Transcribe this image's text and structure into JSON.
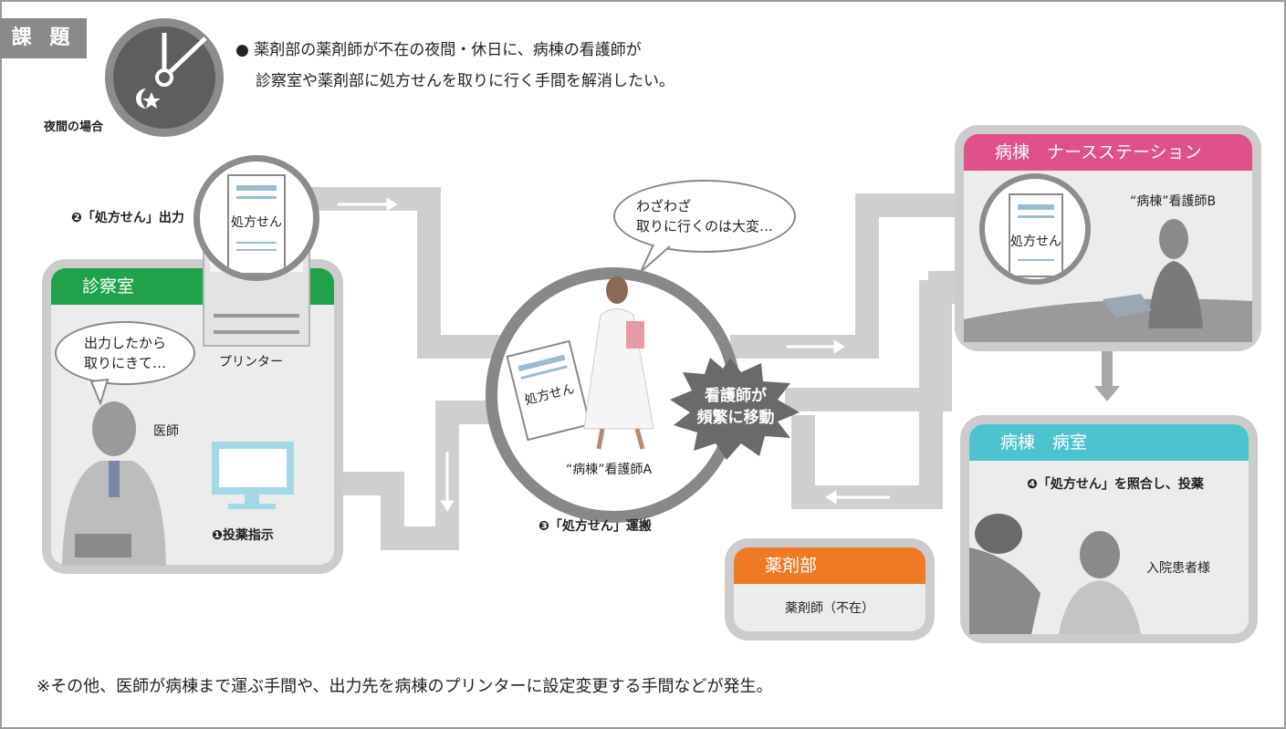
{
  "header": {
    "tag": "課 題",
    "headline_line1": "● 薬剤部の薬剤師が不在の夜間・休日に、病棟の看護師が",
    "headline_line2": "診察室や薬剤部に処方せんを取りに行く手間を解消したい。",
    "night_label": "夜間の場合"
  },
  "step2": "❷「処方せん」出力",
  "doc_label": "処方せん",
  "exam_room": {
    "title": "診察室",
    "bubble_line1": "出力したから",
    "bubble_line2": "取りにきて…",
    "doctor": "医師",
    "printer": "プリンター",
    "step1": "❶投薬指示"
  },
  "nurse": {
    "bubble_line1": "わざわざ",
    "bubble_line2": "取りに行くのは大変…",
    "label": "“病棟”看護師A",
    "burst_line1": "看護師が",
    "burst_line2": "頻繁に移動",
    "step3": "❸「処方せん」運搬"
  },
  "pharmacy": {
    "title": "薬剤部",
    "label": "薬剤師（不在）"
  },
  "nurse_station": {
    "title": "病棟　ナースステーション",
    "label": "“病棟”看護師B"
  },
  "ward_room": {
    "title": "病棟　病室",
    "step4": "❹「処方せん」を照合し、投薬",
    "patient": "入院患者様"
  },
  "footnote": "※その他、医師が病棟まで運ぶ手間や、出力先を病棟のプリンターに設定変更する手間などが発生。",
  "colors": {
    "exam_green": "#1fa24a",
    "ward_pink": "#e0508a",
    "room_cyan": "#4cc3cf",
    "pharmacy_orange": "#ef7a26",
    "burst_gray": "#6a6a6a"
  }
}
